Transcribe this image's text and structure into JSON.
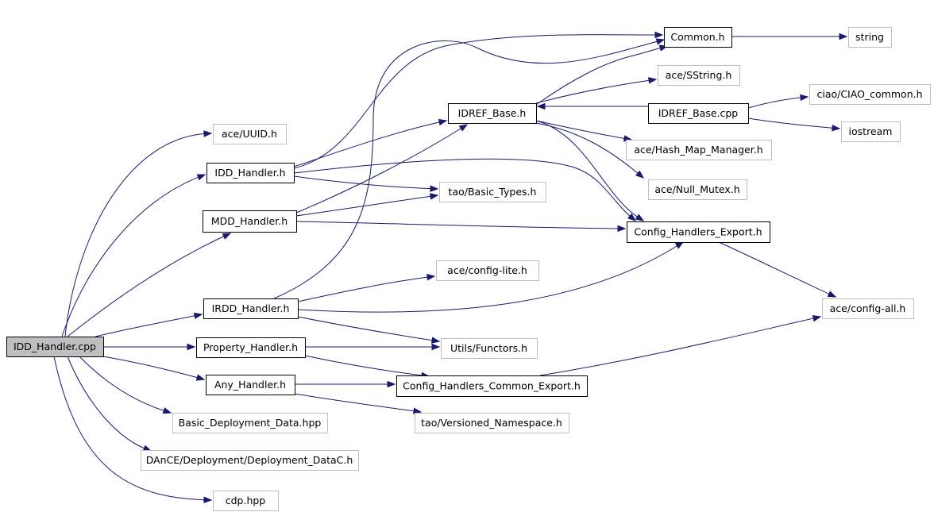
{
  "diagram": {
    "type": "include-dependency-graph",
    "colors": {
      "edge": "#191970",
      "root_fill": "#bfbfbf",
      "external_border": "#bfbfbf",
      "node_border": "#000000"
    },
    "nodes": [
      {
        "id": "idd_handler_cpp",
        "label": "IDD_Handler.cpp",
        "style": "root"
      },
      {
        "id": "ace_uuid",
        "label": "ace/UUID.h",
        "style": "external"
      },
      {
        "id": "idd_handler_h",
        "label": "IDD_Handler.h",
        "style": "solid"
      },
      {
        "id": "mdd_handler_h",
        "label": "MDD_Handler.h",
        "style": "solid"
      },
      {
        "id": "irdd_handler_h",
        "label": "IRDD_Handler.h",
        "style": "solid"
      },
      {
        "id": "property_handler_h",
        "label": "Property_Handler.h",
        "style": "solid"
      },
      {
        "id": "any_handler_h",
        "label": "Any_Handler.h",
        "style": "solid"
      },
      {
        "id": "basic_deployment_data",
        "label": "Basic_Deployment_Data.hpp",
        "style": "external"
      },
      {
        "id": "dance_deployment_datac",
        "label": "DAnCE/Deployment/Deployment_DataC.h",
        "style": "external"
      },
      {
        "id": "cdp_hpp",
        "label": "cdp.hpp",
        "style": "external"
      },
      {
        "id": "common_h",
        "label": "Common.h",
        "style": "solid"
      },
      {
        "id": "string",
        "label": "string",
        "style": "external"
      },
      {
        "id": "ace_sstring",
        "label": "ace/SString.h",
        "style": "external"
      },
      {
        "id": "idref_base_h",
        "label": "IDREF_Base.h",
        "style": "solid"
      },
      {
        "id": "idref_base_cpp",
        "label": "IDREF_Base.cpp",
        "style": "solid"
      },
      {
        "id": "ciao_common",
        "label": "ciao/CIAO_common.h",
        "style": "external"
      },
      {
        "id": "iostream",
        "label": "iostream",
        "style": "external"
      },
      {
        "id": "ace_hash_map",
        "label": "ace/Hash_Map_Manager.h",
        "style": "external"
      },
      {
        "id": "ace_null_mutex",
        "label": "ace/Null_Mutex.h",
        "style": "external"
      },
      {
        "id": "tao_basic_types",
        "label": "tao/Basic_Types.h",
        "style": "external"
      },
      {
        "id": "config_handlers_export",
        "label": "Config_Handlers_Export.h",
        "style": "solid"
      },
      {
        "id": "ace_config_lite",
        "label": "ace/config-lite.h",
        "style": "external"
      },
      {
        "id": "ace_config_all",
        "label": "ace/config-all.h",
        "style": "external"
      },
      {
        "id": "utils_functors",
        "label": "Utils/Functors.h",
        "style": "external"
      },
      {
        "id": "config_handlers_common_export",
        "label": "Config_Handlers_Common_Export.h",
        "style": "solid"
      },
      {
        "id": "tao_versioned_namespace",
        "label": "tao/Versioned_Namespace.h",
        "style": "external"
      }
    ],
    "edges": [
      [
        "idd_handler_cpp",
        "ace_uuid"
      ],
      [
        "idd_handler_cpp",
        "idd_handler_h"
      ],
      [
        "idd_handler_cpp",
        "mdd_handler_h"
      ],
      [
        "idd_handler_cpp",
        "irdd_handler_h"
      ],
      [
        "idd_handler_cpp",
        "property_handler_h"
      ],
      [
        "idd_handler_cpp",
        "any_handler_h"
      ],
      [
        "idd_handler_cpp",
        "basic_deployment_data"
      ],
      [
        "idd_handler_cpp",
        "dance_deployment_datac"
      ],
      [
        "idd_handler_cpp",
        "cdp_hpp"
      ],
      [
        "idd_handler_h",
        "common_h"
      ],
      [
        "idd_handler_h",
        "idref_base_h"
      ],
      [
        "idd_handler_h",
        "tao_basic_types"
      ],
      [
        "idd_handler_h",
        "config_handlers_export"
      ],
      [
        "mdd_handler_h",
        "idref_base_h"
      ],
      [
        "mdd_handler_h",
        "tao_basic_types"
      ],
      [
        "mdd_handler_h",
        "config_handlers_export"
      ],
      [
        "irdd_handler_h",
        "common_h"
      ],
      [
        "irdd_handler_h",
        "ace_config_lite"
      ],
      [
        "irdd_handler_h",
        "config_handlers_export"
      ],
      [
        "irdd_handler_h",
        "utils_functors"
      ],
      [
        "property_handler_h",
        "utils_functors"
      ],
      [
        "property_handler_h",
        "config_handlers_common_export"
      ],
      [
        "any_handler_h",
        "config_handlers_common_export"
      ],
      [
        "any_handler_h",
        "tao_versioned_namespace"
      ],
      [
        "common_h",
        "string"
      ],
      [
        "idref_base_h",
        "common_h"
      ],
      [
        "idref_base_h",
        "ace_sstring"
      ],
      [
        "idref_base_h",
        "ace_hash_map"
      ],
      [
        "idref_base_h",
        "ace_null_mutex"
      ],
      [
        "idref_base_h",
        "config_handlers_export"
      ],
      [
        "idref_base_cpp",
        "idref_base_h"
      ],
      [
        "idref_base_cpp",
        "ciao_common"
      ],
      [
        "idref_base_cpp",
        "iostream"
      ],
      [
        "config_handlers_export",
        "ace_config_all"
      ],
      [
        "config_handlers_common_export",
        "ace_config_all"
      ]
    ]
  }
}
